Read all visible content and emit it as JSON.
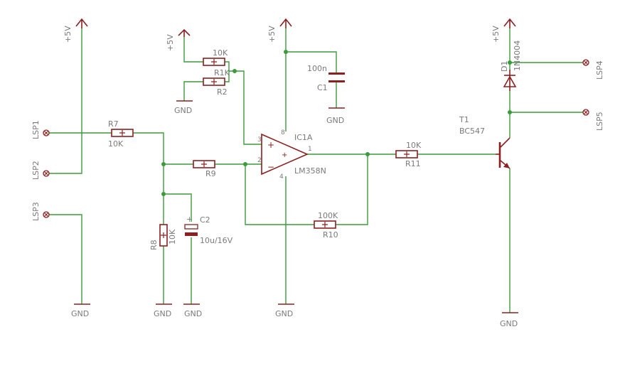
{
  "nets": {
    "vcc": "+5V",
    "gnd": "GND"
  },
  "parts": {
    "r7": {
      "name": "R7",
      "value": "10K"
    },
    "r9": {
      "name": "R9"
    },
    "r8": {
      "name": "R8",
      "value": "10K"
    },
    "r1": {
      "value": "10K"
    },
    "r2": {
      "name": "R2"
    },
    "r10": {
      "name": "R10",
      "value": "100K"
    },
    "r11": {
      "name": "R11",
      "value": "10K"
    },
    "c1": {
      "name": "C1",
      "value": "100n"
    },
    "c2": {
      "name": "C2",
      "value": "10u/16V"
    },
    "ic": {
      "name": "IC1A",
      "value": "LM358N",
      "pin_plus": "3",
      "pin_minus": "2",
      "pin_out": "1",
      "pin_vcc": "8",
      "pin_gnd": "4"
    },
    "t1": {
      "name": "T1",
      "value": "BC547"
    },
    "d1": {
      "name": "D1",
      "value": "1N4004"
    }
  },
  "connectors": [
    "LSP1",
    "LSP2",
    "LSP3",
    "LSP4",
    "LSP5"
  ],
  "overlap_text": "R1K"
}
